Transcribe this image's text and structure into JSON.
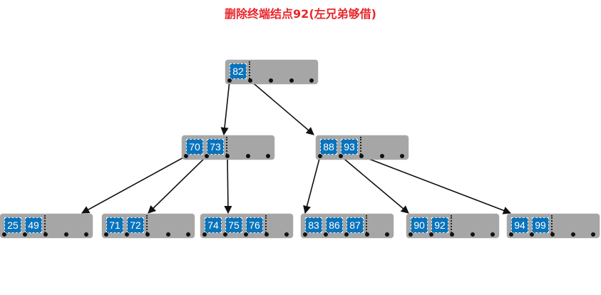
{
  "title": "删除终端结点92(左兄弟够借)",
  "colors": {
    "title": "#e8262a",
    "node": "#a6a6a6",
    "key": "#0a73bb"
  },
  "nodes": {
    "root": {
      "keys": [
        "82"
      ]
    },
    "l1_left": {
      "keys": [
        "70",
        "73"
      ]
    },
    "l1_right": {
      "keys": [
        "88",
        "93"
      ]
    },
    "leaf1": {
      "keys": [
        "25",
        "49"
      ]
    },
    "leaf2": {
      "keys": [
        "71",
        "72"
      ]
    },
    "leaf3": {
      "keys": [
        "74",
        "75",
        "76"
      ]
    },
    "leaf4": {
      "keys": [
        "83",
        "86",
        "87"
      ]
    },
    "leaf5": {
      "keys": [
        "90",
        "92"
      ]
    },
    "leaf6": {
      "keys": [
        "94",
        "99"
      ]
    }
  },
  "edges": [
    [
      "root",
      0,
      "l1_left"
    ],
    [
      "root",
      1,
      "l1_right"
    ],
    [
      "l1_left",
      0,
      "leaf1"
    ],
    [
      "l1_left",
      1,
      "leaf2"
    ],
    [
      "l1_left",
      2,
      "leaf3"
    ],
    [
      "l1_right",
      0,
      "leaf4"
    ],
    [
      "l1_right",
      1,
      "leaf5"
    ],
    [
      "l1_right",
      2,
      "leaf6"
    ]
  ]
}
